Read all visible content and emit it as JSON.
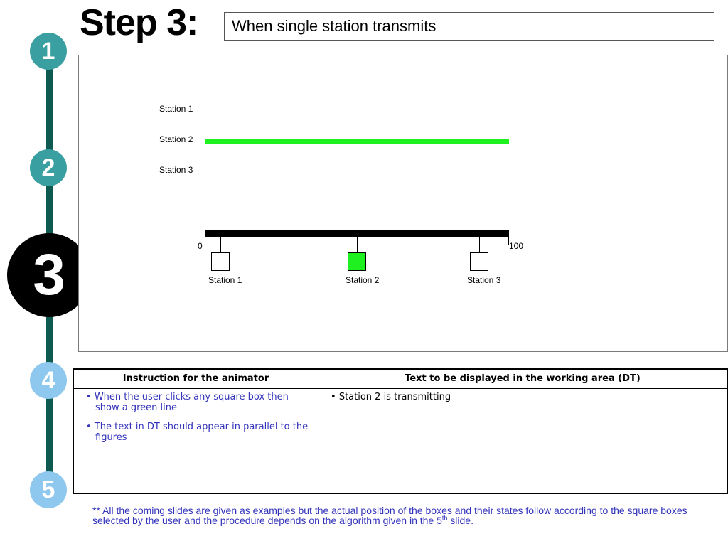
{
  "steps": [
    {
      "number": "1",
      "color": "#3a9fa0"
    },
    {
      "number": "2",
      "color": "#3a9fa0"
    },
    {
      "number": "3",
      "color": "#000000",
      "current": true
    },
    {
      "number": "4",
      "color": "#8ec8ee"
    },
    {
      "number": "5",
      "color": "#8ec8ee"
    }
  ],
  "header": {
    "title": "Step 3:",
    "subtitle": "When single station transmits"
  },
  "working_area": {
    "timeline_labels": [
      "Station 1",
      "Station 2",
      "Station 3"
    ],
    "transmitting_station": "Station 2",
    "transmission_color": "#1ff01f",
    "bus_start_label": "0",
    "bus_end_label": "100",
    "stations": [
      {
        "label": "Station 1",
        "active": false
      },
      {
        "label": "Station 2",
        "active": true
      },
      {
        "label": "Station 3",
        "active": false
      }
    ]
  },
  "instructions_table": {
    "col1_header": "Instruction for the animator",
    "col2_header": "Text to be displayed in the working area (DT)",
    "col1_items": [
      "When the user clicks any square box then show  a green line",
      "The text in DT should appear in parallel to the figures"
    ],
    "col2_items": [
      "Station 2 is transmitting"
    ]
  },
  "footnote": {
    "text": "** All the coming slides are given as examples but the actual position of the boxes and their states follow according to the square boxes selected by the user and the procedure depends on the algorithm given in the 5",
    "superscript": "th",
    "suffix": " slide."
  }
}
